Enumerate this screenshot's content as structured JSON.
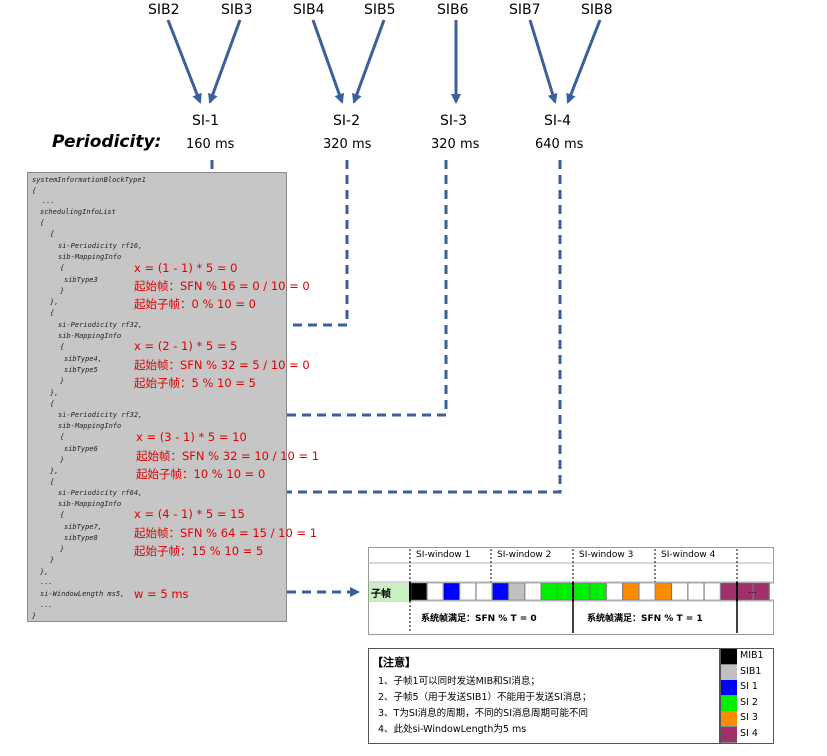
{
  "sibs": [
    "SIB2",
    "SIB3",
    "SIB4",
    "SIB5",
    "SIB6",
    "SIB7",
    "SIB8"
  ],
  "si_groups": [
    {
      "name": "SI-1",
      "period": "160 ms"
    },
    {
      "name": "SI-2",
      "period": "320 ms"
    },
    {
      "name": "SI-3",
      "period": "320 ms"
    },
    {
      "name": "SI-4",
      "period": "640 ms"
    }
  ],
  "periodicity_label": "Periodicity:",
  "code": {
    "l1": "systemInformationBlockType1",
    "l2": "{",
    "l3": "...",
    "l4": "schedulingInfoList",
    "l5": "{",
    "l6": "{",
    "g1_period": "si-Periodicity rf16,",
    "g1_map": "sib-MappingInfo",
    "g1_open": "{",
    "g1_type": "sibType3",
    "g1_close": "}",
    "g1_end": "},",
    "g2_open0": "{",
    "g2_period": "si-Periodicity rf32,",
    "g2_map": "sib-MappingInfo",
    "g2_open": "{",
    "g2_type1": "sibType4,",
    "g2_type2": "sibType5",
    "g2_close": "}",
    "g2_end": "},",
    "g3_open0": "{",
    "g3_period": "si-Periodicity rf32,",
    "g3_map": "sib-MappingInfo",
    "g3_open": "{",
    "g3_type": "sibType6",
    "g3_close": "}",
    "g3_end": "},",
    "g4_open0": "{",
    "g4_period": "si-Periodicity rf64,",
    "g4_map": "sib-MappingInfo",
    "g4_open": "{",
    "g4_type1": "sibType7,",
    "g4_type2": "sibType8",
    "g4_close": "}",
    "g4_end": "}",
    "l_end1": "},",
    "l_dots": "...",
    "l_win": "si-WindowLength ms5,",
    "l_dots2": "...",
    "l_last": "}"
  },
  "calc": [
    {
      "x": "x = (1 - 1) * 5 = 0",
      "start": "起始帧：SFN % 16 = 0 / 10 = 0",
      "sub": "起始子帧：0 % 10 = 0"
    },
    {
      "x": "x = (2 - 1) * 5 = 5",
      "start": "起始帧：SFN % 32 = 5 / 10 = 0",
      "sub": "起始子帧：5 % 10 = 5"
    },
    {
      "x": "x = (3 - 1) * 5 = 10",
      "start": "起始帧：SFN % 32 = 10 / 10 = 1",
      "sub": "起始子帧：10 % 10 = 0"
    },
    {
      "x": "x = (4 - 1) * 5 = 15",
      "start": "起始帧：SFN % 64 = 15 / 10 = 1",
      "sub": "起始子帧：15 % 10 = 5"
    }
  ],
  "w_label": "w = 5 ms",
  "table": {
    "windows": [
      "SI-window 1",
      "SI-window 2",
      "SI-window 3",
      "SI-window 4"
    ],
    "row_label": "子帧",
    "dots": "...",
    "cond1": "系统帧满足：SFN % T = 0",
    "cond2": "系统帧满足：SFN % T = 1",
    "subframe_colors": [
      "#000000",
      "#ffffff",
      "#0000ff",
      "#ffffff",
      "#ffffff",
      "#0000ff",
      "#c0c0c0",
      "#ffffff",
      "#00ee00",
      "#00ee00",
      "#00ee00",
      "#00ee00",
      "#ffffff",
      "#ff8c00",
      "#ffffff",
      "#ff8c00",
      "#ffffff",
      "#ffffff",
      "#ffffff",
      "#a0306a",
      "#a0306a",
      "#a0306a",
      "#ffffff",
      "#a0306a"
    ]
  },
  "notes": {
    "title": "【注意】",
    "items": [
      "1、子帧1可以同时发送MIB和SI消息；",
      "2、子帧5（用于发送SIB1）不能用于发送SI消息；",
      "3、T为SI消息的周期，不同的SI消息周期可能不同",
      "4、此处si-WindowLength为5 ms"
    ]
  },
  "legend": [
    {
      "label": "MIB1",
      "color": "#000000"
    },
    {
      "label": "SIB1",
      "color": "#c0c0c0"
    },
    {
      "label": "SI 1",
      "color": "#0000ff"
    },
    {
      "label": "SI 2",
      "color": "#00ee00"
    },
    {
      "label": "SI 3",
      "color": "#ff8c00"
    },
    {
      "label": "SI 4",
      "color": "#a0306a"
    }
  ],
  "colors": {
    "arrow": "#3a5f9a",
    "calc": "#e00000"
  }
}
